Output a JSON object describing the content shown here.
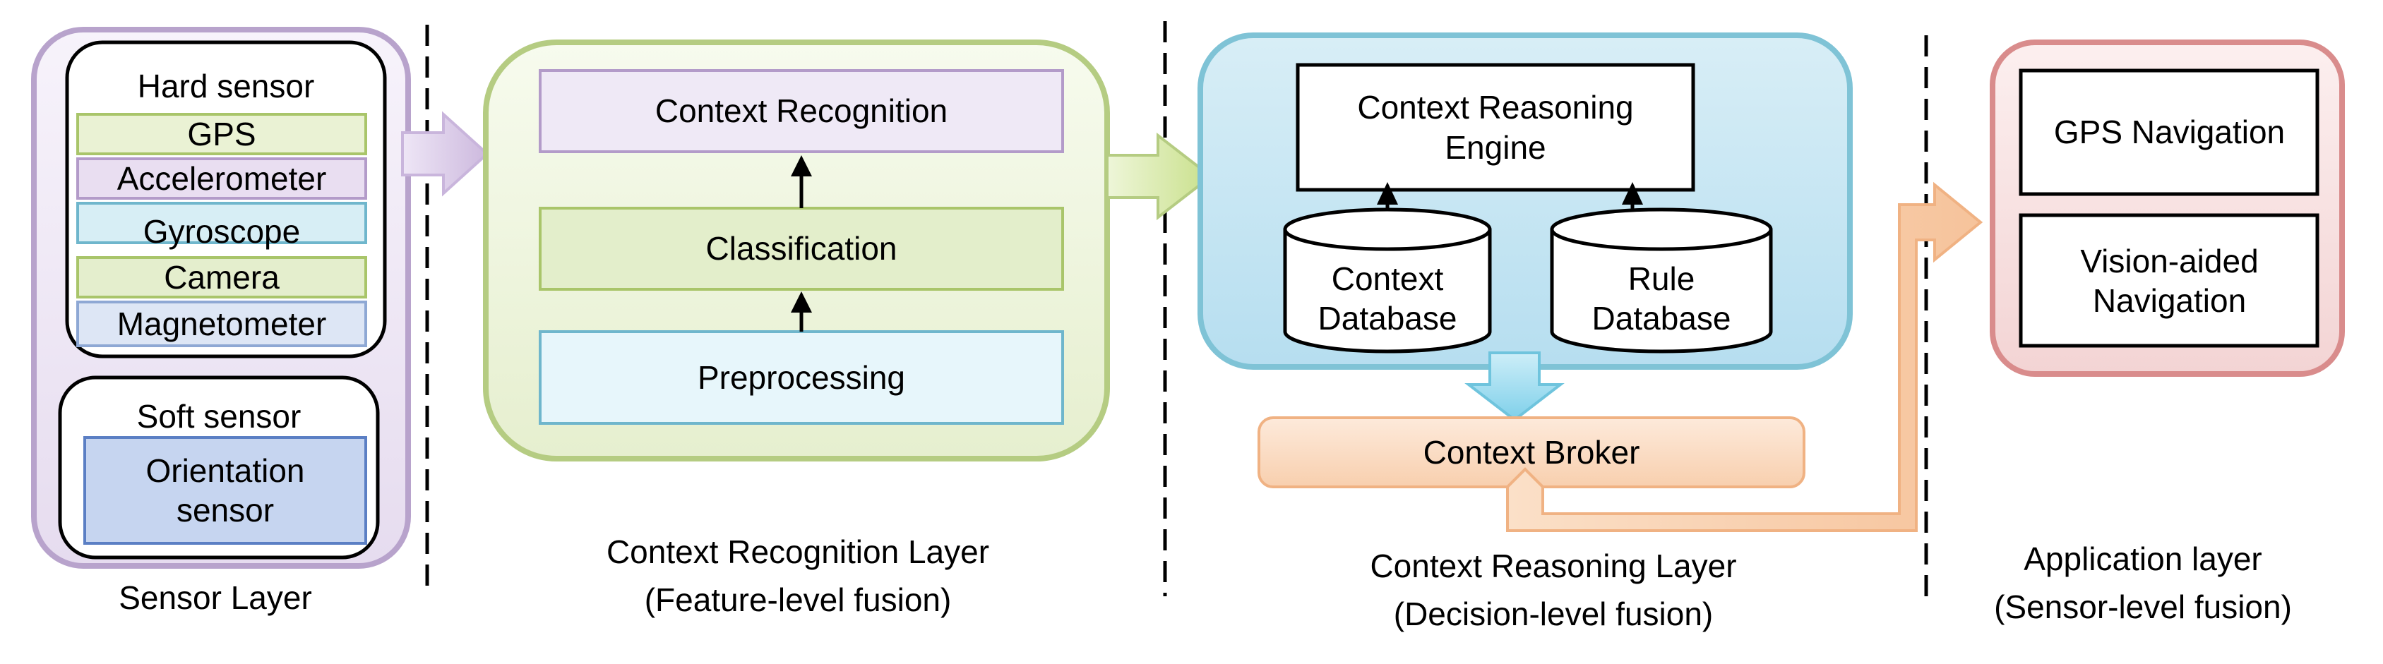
{
  "sensor_layer": {
    "hard_sensor_title": "Hard sensor",
    "hard_sensors": [
      "GPS",
      "Accelerometer",
      "Gyroscope",
      "Camera",
      "Magnetometer"
    ],
    "soft_sensor_title": "Soft sensor",
    "soft_sensor": "Orientation sensor",
    "caption": "Sensor Layer"
  },
  "recognition_layer": {
    "boxes": [
      "Context Recognition",
      "Classification",
      "Preprocessing"
    ],
    "caption_line1": "Context Recognition Layer",
    "caption_line2": "(Feature-level fusion)"
  },
  "reasoning_layer": {
    "engine": "Context Reasoning Engine",
    "context_database": "Context Database",
    "rule_database": "Rule Database",
    "broker": "Context Broker",
    "caption_line1": "Context Reasoning Layer",
    "caption_line2": "(Decision-level fusion)"
  },
  "application_layer": {
    "apps": [
      "GPS Navigation",
      "Vision-aided Navigation"
    ],
    "caption_line1": "Application layer",
    "caption_line2": "(Sensor-level fusion)"
  },
  "colors": {
    "purple": "#b8a3cc",
    "green": "#b5cc82",
    "blue": "#7fc3d6",
    "orange": "#f3b98a",
    "red": "#d98c8c"
  }
}
